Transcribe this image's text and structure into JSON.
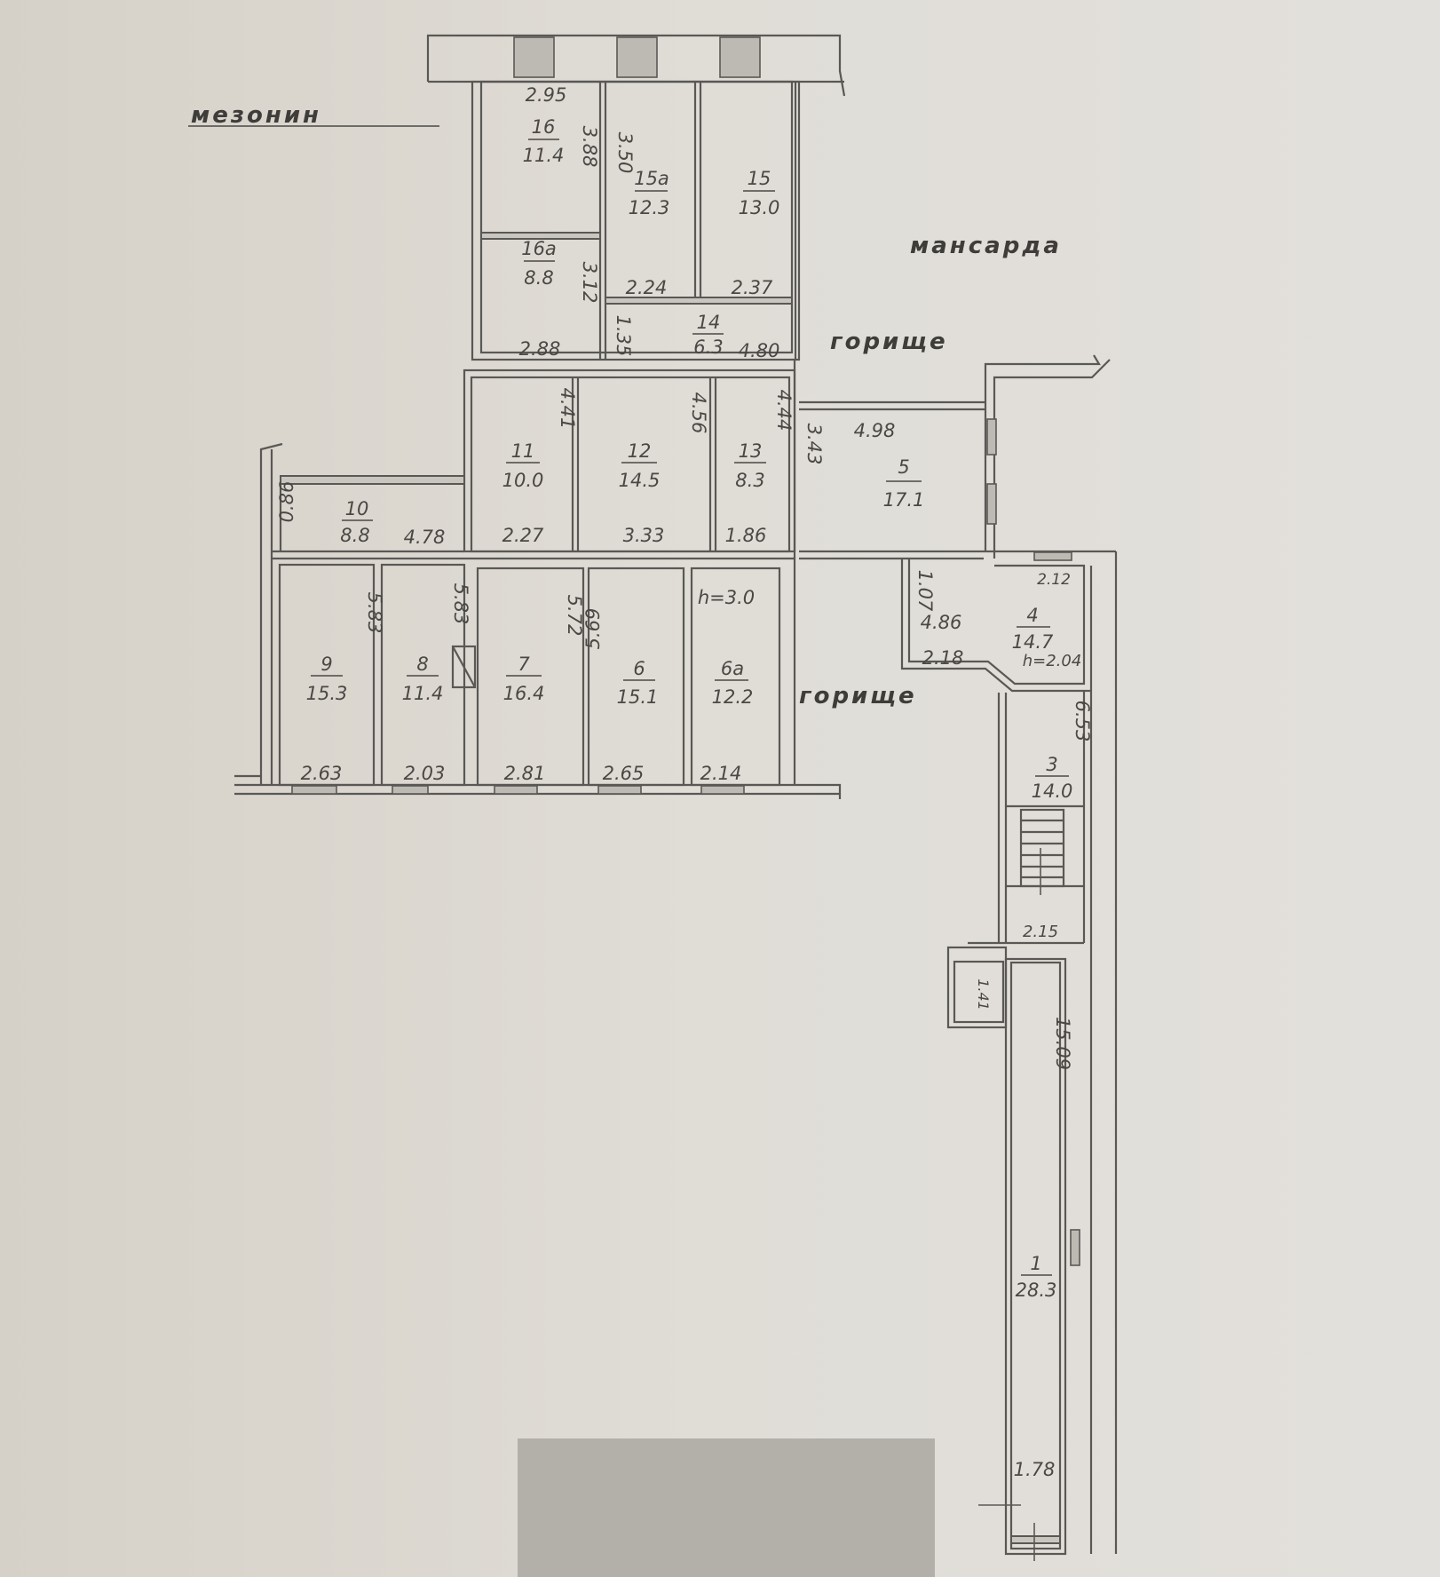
{
  "labels": {
    "mezzanine": "мезонин",
    "mansard": "мансарда",
    "attic_top": "горище",
    "attic_bottom": "горище"
  },
  "rooms": [
    {
      "number": "16",
      "area": "11.4"
    },
    {
      "number": "16а",
      "area": "8.8"
    },
    {
      "number": "15а",
      "area": "12.3"
    },
    {
      "number": "15",
      "area": "13.0"
    },
    {
      "number": "14",
      "area": "6.3"
    },
    {
      "number": "11",
      "area": "10.0"
    },
    {
      "number": "12",
      "area": "14.5"
    },
    {
      "number": "13",
      "area": "8.3"
    },
    {
      "number": "10",
      "area": "8.8"
    },
    {
      "number": "9",
      "area": "15.3"
    },
    {
      "number": "8",
      "area": "11.4"
    },
    {
      "number": "7",
      "area": "16.4"
    },
    {
      "number": "6",
      "area": "15.1"
    },
    {
      "number": "6а",
      "area": "12.2"
    },
    {
      "number": "5",
      "area": "17.1"
    },
    {
      "number": "4",
      "area": "14.7"
    },
    {
      "number": "3",
      "area": "14.0"
    },
    {
      "number": "1",
      "area": "28.3"
    }
  ],
  "dimensions": [
    "2.95",
    "3.88",
    "3.50",
    "2.24",
    "2.37",
    "3.12",
    "1.35",
    "2.88",
    "4.80",
    "4.41",
    "4.56",
    "4.44",
    "3.43",
    "4.98",
    "0.86",
    "4.78",
    "2.27",
    "3.33",
    "1.86",
    "5.83",
    "5.83",
    "5.72",
    "5.69",
    "h=3.0",
    "2.63",
    "2.03",
    "2.81",
    "2.65",
    "2.14",
    "1.07",
    "4.86",
    "2.18",
    "2.12",
    "h=2.04",
    "6.53",
    "2.15",
    "1.41",
    "15.09",
    "1.78"
  ],
  "colors": {
    "paper": "#dedbd5",
    "ink": "#4a4845",
    "redaction": "#b3afa9"
  }
}
